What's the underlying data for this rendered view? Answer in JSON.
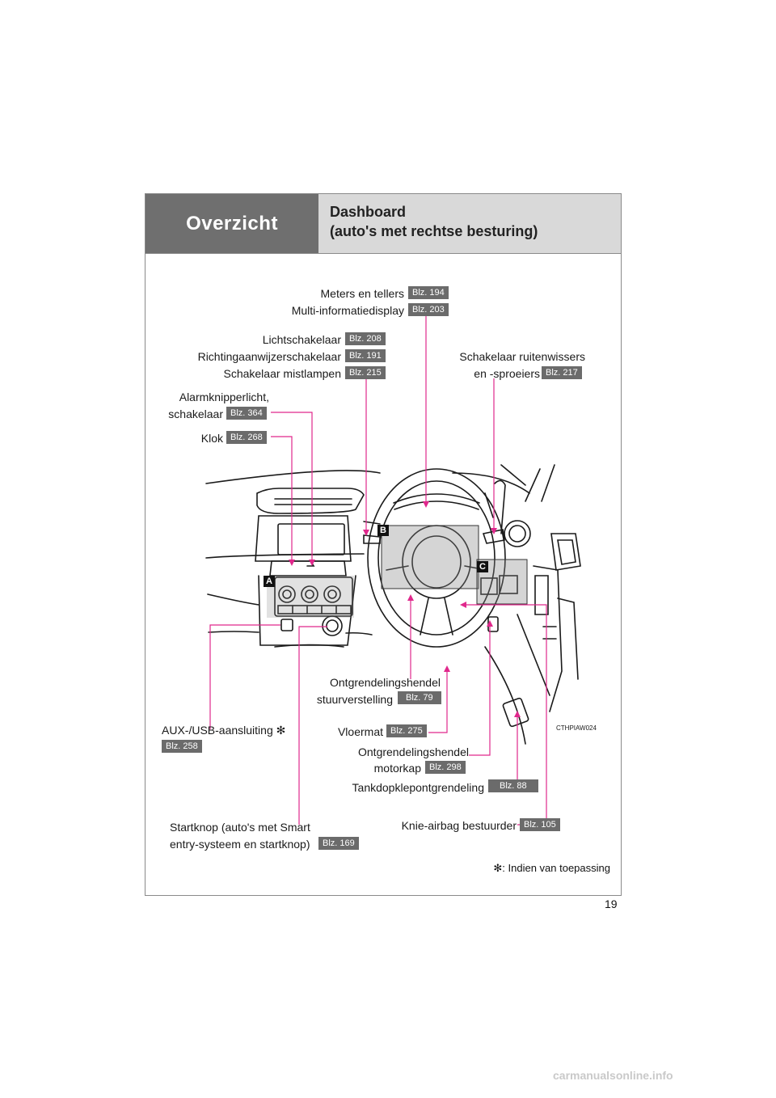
{
  "header": {
    "section": "Overzicht",
    "title_line1": "Dashboard",
    "title_line2": "(auto's met rechtse besturing)"
  },
  "labels": {
    "meters": {
      "text": "Meters en tellers",
      "page": "Blz. 194"
    },
    "multi": {
      "text": "Multi-informatiedisplay",
      "page": "Blz. 203"
    },
    "licht": {
      "text": "Lichtschakelaar",
      "page": "Blz. 208"
    },
    "richting": {
      "text": "Richtingaanwijzerschakelaar",
      "page": "Blz. 191"
    },
    "mist": {
      "text": "Schakelaar mistlampen",
      "page": "Blz. 215"
    },
    "ruitenwissers": {
      "line1": "Schakelaar ruitenwissers",
      "line2": "en -sproeiers",
      "page": "Blz. 217"
    },
    "alarm": {
      "line1": "Alarmknipperlicht,",
      "line2": "schakelaar",
      "page": "Blz. 364"
    },
    "klok": {
      "text": "Klok",
      "page": "Blz. 268"
    },
    "stuur": {
      "line1": "Ontgrendelingshendel",
      "line2": "stuurverstelling",
      "page": "Blz. 79"
    },
    "aux": {
      "text": "AUX-/USB-aansluiting ✻",
      "page": "Blz. 258"
    },
    "vloermat": {
      "text": "Vloermat",
      "page": "Blz. 275"
    },
    "motorkap": {
      "line1": "Ontgrendelingshendel",
      "line2": "motorkap",
      "page": "Blz. 298"
    },
    "tankdop": {
      "text": "Tankdopklepontgrendeling",
      "page": "Blz. 88"
    },
    "start": {
      "line1": "Startknop (auto's met Smart",
      "line2": "entry-systeem en startknop)",
      "page": "Blz. 169"
    },
    "knie": {
      "text": "Knie-airbag bestuurder",
      "page": "Blz. 105"
    }
  },
  "callouts": {
    "a": "A",
    "b": "B",
    "c": "C"
  },
  "image_code": "CTHPIAW024",
  "footnote": "✻: Indien van toepassing",
  "page_number": "19",
  "watermark": "carmanualsonline.info",
  "colors": {
    "leader": "#e0288c",
    "header_dark": "#6f6f6f",
    "header_light": "#d9d9d9",
    "badge": "#6b6b6b"
  }
}
